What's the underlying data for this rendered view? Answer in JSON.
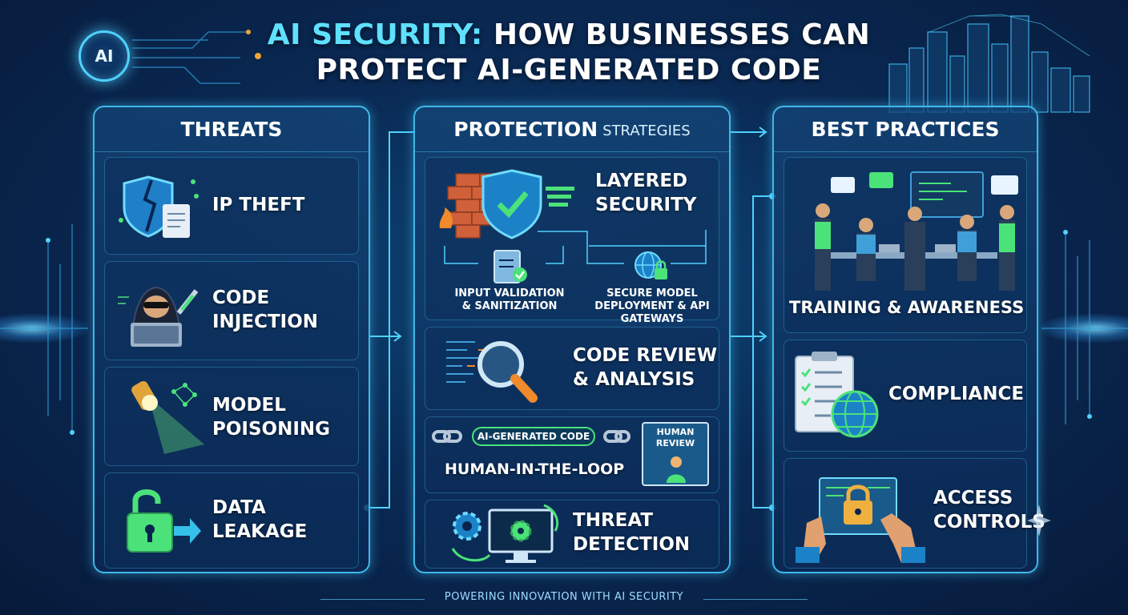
{
  "title": {
    "accent": "AI SECURITY:",
    "rest": "HOW BUSINESSES CAN PROTECT AI-GENERATED CODE"
  },
  "badge": "AI",
  "colors": {
    "accent": "#5fe0ff",
    "panel_border": "#3fb8e8",
    "background": "#0a2a55",
    "green": "#4be27a",
    "orange": "#f08a2a"
  },
  "threats": {
    "title": "THREATS",
    "items": [
      {
        "label_1": "IP THEFT",
        "label_2": "",
        "icon": "broken-shield-icon"
      },
      {
        "label_1": "CODE",
        "label_2": "INJECTION",
        "icon": "hacker-icon"
      },
      {
        "label_1": "MODEL",
        "label_2": "POISONING",
        "icon": "spotlight-icon"
      },
      {
        "label_1": "DATA",
        "label_2": "LEAKAGE",
        "icon": "unlocked-padlock-icon"
      }
    ]
  },
  "protection": {
    "title_main": "PROTECTION",
    "title_small": "STRATEGIES",
    "layered": {
      "label_1": "LAYERED",
      "label_2": "SECURITY",
      "icon": "firewall-shield-icon"
    },
    "input_validation": {
      "line_1": "INPUT VALIDATION",
      "line_2": "& SANITIZATION",
      "icon": "clipboard-check-icon"
    },
    "secure_model": {
      "line_1": "SECURE MODEL",
      "line_2": "DEPLOYMENT & API GATEWAYS",
      "icon": "globe-gear-lock-icon"
    },
    "code_review": {
      "label_1": "CODE REVIEW",
      "label_2": "& ANALYSIS",
      "icon": "magnifier-code-icon"
    },
    "hitl": {
      "chip": "AI-GENERATED CODE",
      "label": "HUMAN-IN-THE-LOOP",
      "review_1": "HUMAN",
      "review_2": "REVIEW",
      "icon": "chain-link-icon"
    },
    "threat_detection": {
      "label_1": "THREAT",
      "label_2": "DETECTION",
      "icon": "monitor-gear-icon"
    }
  },
  "best_practices": {
    "title": "BEST PRACTICES",
    "items": [
      {
        "label_1": "TRAINING & AWARENESS",
        "label_2": "",
        "icon": "team-meeting-icon"
      },
      {
        "label_1": "COMPLIANCE",
        "label_2": "",
        "icon": "checklist-globe-icon"
      },
      {
        "label_1": "ACCESS",
        "label_2": "CONTROLS",
        "icon": "hand-padlock-icon"
      }
    ]
  },
  "footer": "POWERING INNOVATION WITH AI SECURITY"
}
